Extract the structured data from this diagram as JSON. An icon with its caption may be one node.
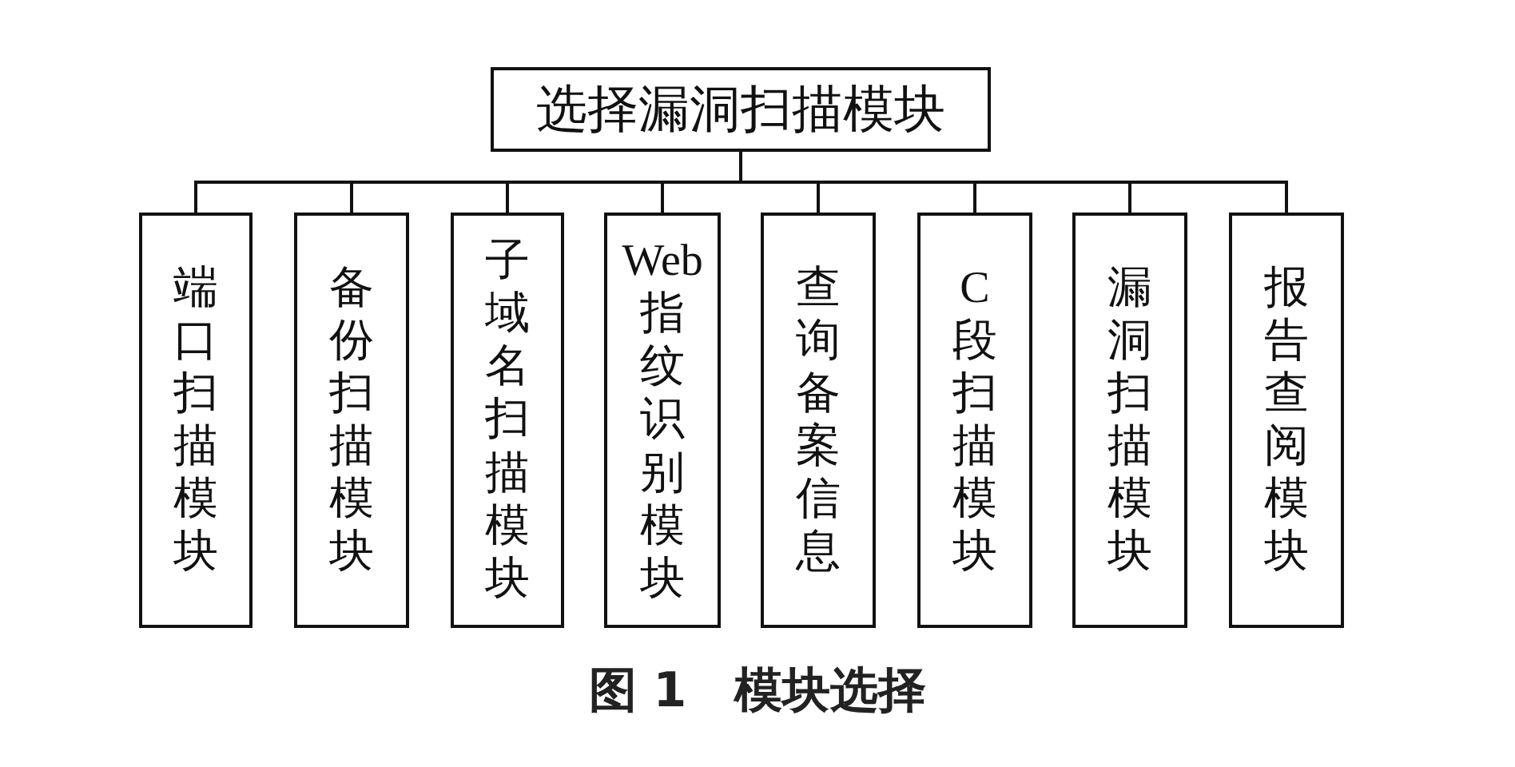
{
  "diagram": {
    "caption": "图 1　模块选择",
    "nodes": [
      {
        "text": [
          "选择漏洞扫描模块"
        ]
      },
      {
        "text": [
          "端口扫描模块"
        ]
      },
      {
        "text": [
          "备份扫描模块"
        ]
      },
      {
        "text": [
          "子域名扫描模块"
        ]
      },
      {
        "text": [
          "Web指纹识别模块"
        ]
      },
      {
        "text": [
          "查询备案信息"
        ]
      },
      {
        "text": [
          "C段扫描模块"
        ]
      },
      {
        "text": [
          "漏洞扫描模块"
        ]
      },
      {
        "text": [
          "报告查阅模块"
        ]
      }
    ],
    "edges": [
      {
        "from": 0,
        "to": 1,
        "arrow": "none"
      },
      {
        "from": 0,
        "to": 2,
        "arrow": "none"
      },
      {
        "from": 0,
        "to": 3,
        "arrow": "none"
      },
      {
        "from": 0,
        "to": 4,
        "arrow": "none"
      },
      {
        "from": 0,
        "to": 5,
        "arrow": "none"
      },
      {
        "from": 0,
        "to": 6,
        "arrow": "none"
      },
      {
        "from": 0,
        "to": 7,
        "arrow": "none"
      },
      {
        "from": 0,
        "to": 8,
        "arrow": "none"
      }
    ]
  }
}
